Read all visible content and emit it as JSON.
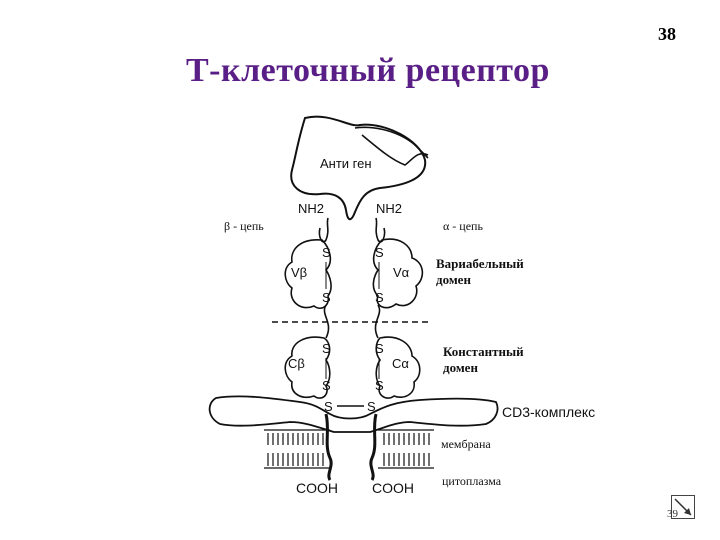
{
  "slide": {
    "number": "38",
    "title": "Т-клеточный рецептор",
    "nav_number": "39"
  },
  "diagram": {
    "antigen": "Анти ген",
    "nh2_left": "NH2",
    "nh2_right": "NH2",
    "beta_chain": "β - цепь",
    "alpha_chain": "α - цепь",
    "v_beta": "Vβ",
    "v_alpha": "Vα",
    "c_beta": "Cβ",
    "c_alpha": "Cα",
    "variable_domain": [
      "Вариабельный",
      "домен"
    ],
    "constant_domain": [
      "Константный",
      "домен"
    ],
    "cd3_complex": "CD3-комплекс",
    "membrane": "мембрана",
    "cytoplasm": "цитоплазма",
    "cooh_left": "COOH",
    "cooh_right": "COOH",
    "s": "S"
  }
}
